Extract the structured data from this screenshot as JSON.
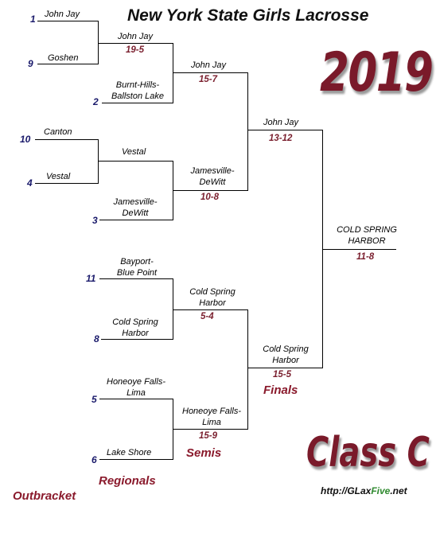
{
  "title": "New York State Girls Lacrosse",
  "year": "2019",
  "class_label": "Class C",
  "url": {
    "prefix": "http://GLax",
    "highlight": "Five",
    "suffix": ".net"
  },
  "rounds": {
    "outbracket": "Outbracket",
    "regionals": "Regionals",
    "semis": "Semis",
    "finals": "Finals"
  },
  "outbracket": [
    {
      "seed": "1",
      "team": "John Jay"
    },
    {
      "seed": "9",
      "team": "Goshen"
    },
    {
      "seed": "10",
      "team": "Canton"
    },
    {
      "seed": "4",
      "team": "Vestal"
    }
  ],
  "regionals": [
    {
      "team": "John Jay",
      "score": "19-5"
    },
    {
      "seed": "2",
      "team_line1": "Burnt-Hills-",
      "team_line2": "Ballston Lake"
    },
    {
      "team": "Vestal"
    },
    {
      "seed": "3",
      "team_line1": "Jamesville-",
      "team_line2": "DeWitt"
    },
    {
      "seed": "11",
      "team_line1": "Bayport-",
      "team_line2": "Blue Point"
    },
    {
      "seed": "8",
      "team_line1": "Cold Spring",
      "team_line2": "Harbor"
    },
    {
      "seed": "5",
      "team_line1": "Honeoye Falls-",
      "team_line2": "Lima"
    },
    {
      "seed": "6",
      "team": "Lake Shore"
    }
  ],
  "quarters": [
    {
      "team": "John Jay",
      "score": "15-7"
    },
    {
      "team_line1": "Jamesville-",
      "team_line2": "DeWitt",
      "score": "10-8"
    },
    {
      "team_line1": "Cold Spring",
      "team_line2": "Harbor",
      "score": "5-4"
    },
    {
      "team_line1": "Honeoye Falls-",
      "team_line2": "Lima",
      "score": "15-9"
    }
  ],
  "semis": [
    {
      "team": "John Jay",
      "score": "13-12"
    },
    {
      "team_line1": "Cold Spring",
      "team_line2": "Harbor",
      "score": "15-5"
    }
  ],
  "champion": {
    "team_line1": "COLD SPRING",
    "team_line2": "HARBOR",
    "score": "11-8"
  }
}
